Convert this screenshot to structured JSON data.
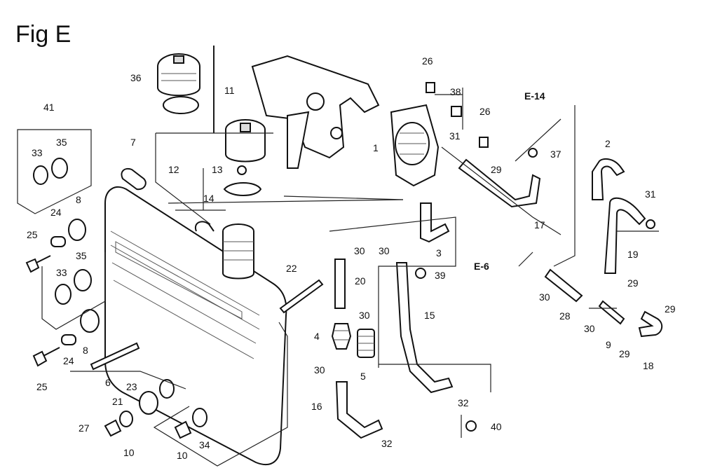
{
  "title": "Fig E",
  "refs": {
    "e14": "E-14",
    "e6": "E-6"
  },
  "labels": {
    "p1": "1",
    "p2": "2",
    "p3": "3",
    "p4": "4",
    "p5": "5",
    "p6": "6",
    "p7": "7",
    "p8a": "8",
    "p8b": "8",
    "p9": "9",
    "p10a": "10",
    "p10b": "10",
    "p11": "11",
    "p12": "12",
    "p13": "13",
    "p14": "14",
    "p15": "15",
    "p16": "16",
    "p17": "17",
    "p18": "18",
    "p19": "19",
    "p20": "20",
    "p21": "21",
    "p22": "22",
    "p23": "23",
    "p24a": "24",
    "p24b": "24",
    "p25a": "25",
    "p25b": "25",
    "p26a": "26",
    "p26b": "26",
    "p27": "27",
    "p28": "28",
    "p29a": "29",
    "p29b": "29",
    "p29c": "29",
    "p29d": "29",
    "p30a": "30",
    "p30b": "30",
    "p30c": "30",
    "p30d": "30",
    "p30e": "30",
    "p30f": "30",
    "p31a": "31",
    "p31b": "31",
    "p32a": "32",
    "p32b": "32",
    "p33a": "33",
    "p33b": "33",
    "p34": "34",
    "p35a": "35",
    "p35b": "35",
    "p36": "36",
    "p37": "37",
    "p38": "38",
    "p39": "39",
    "p40": "40",
    "p41": "41"
  }
}
